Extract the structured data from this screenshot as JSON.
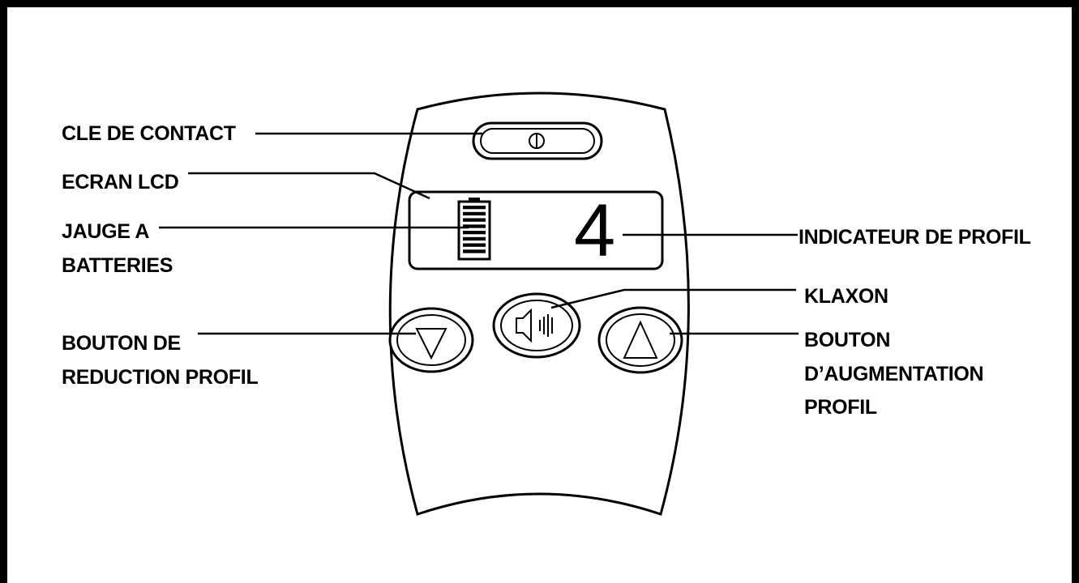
{
  "labels": {
    "cle_de_contact": "CLE DE CONTACT",
    "ecran_lcd": "ECRAN LCD",
    "jauge_line1": "JAUGE A",
    "jauge_line2": "BATTERIES",
    "indicateur_profil": "INDICATEUR DE PROFIL",
    "klaxon": "KLAXON",
    "reduction_line1": "BOUTON DE",
    "reduction_line2": "REDUCTION PROFIL",
    "augmentation_line1": "BOUTON",
    "augmentation_line2": "D’AUGMENTATION",
    "augmentation_line3": "PROFIL"
  },
  "display": {
    "profile_number": "4",
    "battery_bars": 8
  },
  "icons": {
    "key_switch": "key-slot-icon",
    "horn": "speaker-icon",
    "decrease": "triangle-down-icon",
    "increase": "triangle-up-icon",
    "battery": "battery-gauge-icon"
  }
}
